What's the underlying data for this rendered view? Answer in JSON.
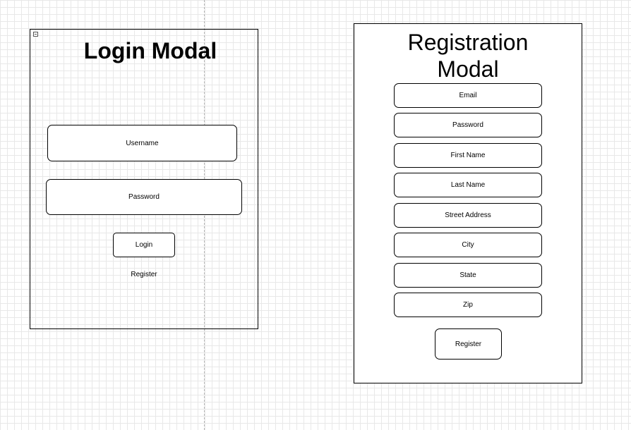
{
  "login_modal": {
    "title": "Login Modal",
    "username_label": "Username",
    "password_label": "Password",
    "login_button": "Login",
    "register_link": "Register"
  },
  "registration_modal": {
    "title": "Registration Modal",
    "fields": [
      "Email",
      "Password",
      "First Name",
      "Last Name",
      "Street Address",
      "City",
      "State",
      "Zip"
    ],
    "register_button": "Register"
  }
}
